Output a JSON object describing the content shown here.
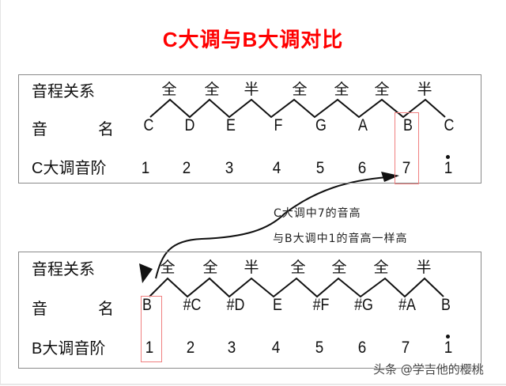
{
  "title": "C大调与B大调对比",
  "table_c": {
    "row_labels": {
      "interval": "音程关系",
      "note_name_1": "音",
      "note_name_2": "名",
      "scale": "C大调音阶"
    },
    "intervals": [
      "全",
      "全",
      "半",
      "全",
      "全",
      "全",
      "半"
    ],
    "notes": [
      "C",
      "D",
      "E",
      "F",
      "G",
      "A",
      "B",
      "C"
    ],
    "degrees": [
      "1",
      "2",
      "3",
      "4",
      "5",
      "6",
      "7",
      "1"
    ],
    "highlighted_index": 6
  },
  "table_b": {
    "row_labels": {
      "interval": "音程关系",
      "note_name_1": "音",
      "note_name_2": "名",
      "scale": "B大调音阶"
    },
    "intervals": [
      "全",
      "全",
      "半",
      "全",
      "全",
      "全",
      "半"
    ],
    "notes": [
      "B",
      "#C",
      "#D",
      "E",
      "#F",
      "#G",
      "#A",
      "B"
    ],
    "degrees": [
      "1",
      "2",
      "3",
      "4",
      "5",
      "6",
      "7",
      "1"
    ],
    "highlighted_index": 0
  },
  "annotation": {
    "line1": "C大调中7的音高",
    "line2": "与B大调中1的音高一样高"
  },
  "watermark": "头条 @学吉他的樱桃",
  "colors": {
    "title": "#ff0000",
    "highlight_box": "#f08080",
    "border": "#8a8a8a"
  }
}
